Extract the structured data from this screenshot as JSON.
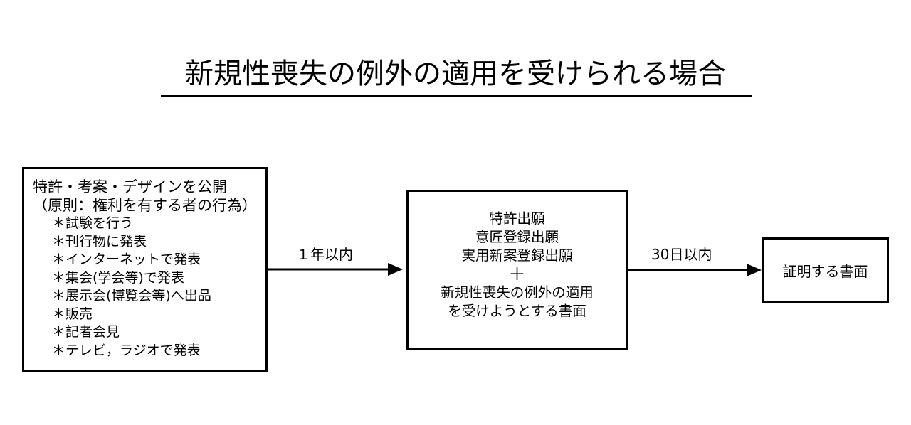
{
  "title": "新規性喪失の例外の適用を受けられる場合",
  "left_box": {
    "heading": "特許・考案・デザインを公開",
    "subheading": "（原則：権利を有する者の行為）",
    "items": [
      "＊試験を行う",
      "＊刊行物に発表",
      "＊インターネットで発表",
      "＊集会(学会等)で発表",
      "＊展示会(博覧会等)へ出品",
      "＊販売",
      "＊記者会見",
      "＊テレビ，ラジオで発表"
    ]
  },
  "arrow_1_label": "１年以内",
  "middle_box": {
    "lines": [
      "特許出願",
      "意匠登録出願",
      "実用新案登録出願"
    ],
    "plus": "＋",
    "lines_after": [
      "新規性喪失の例外の適用",
      "を受けようとする書面"
    ]
  },
  "arrow_2_label": "30日以内",
  "right_box": {
    "label": "証明する書面"
  }
}
